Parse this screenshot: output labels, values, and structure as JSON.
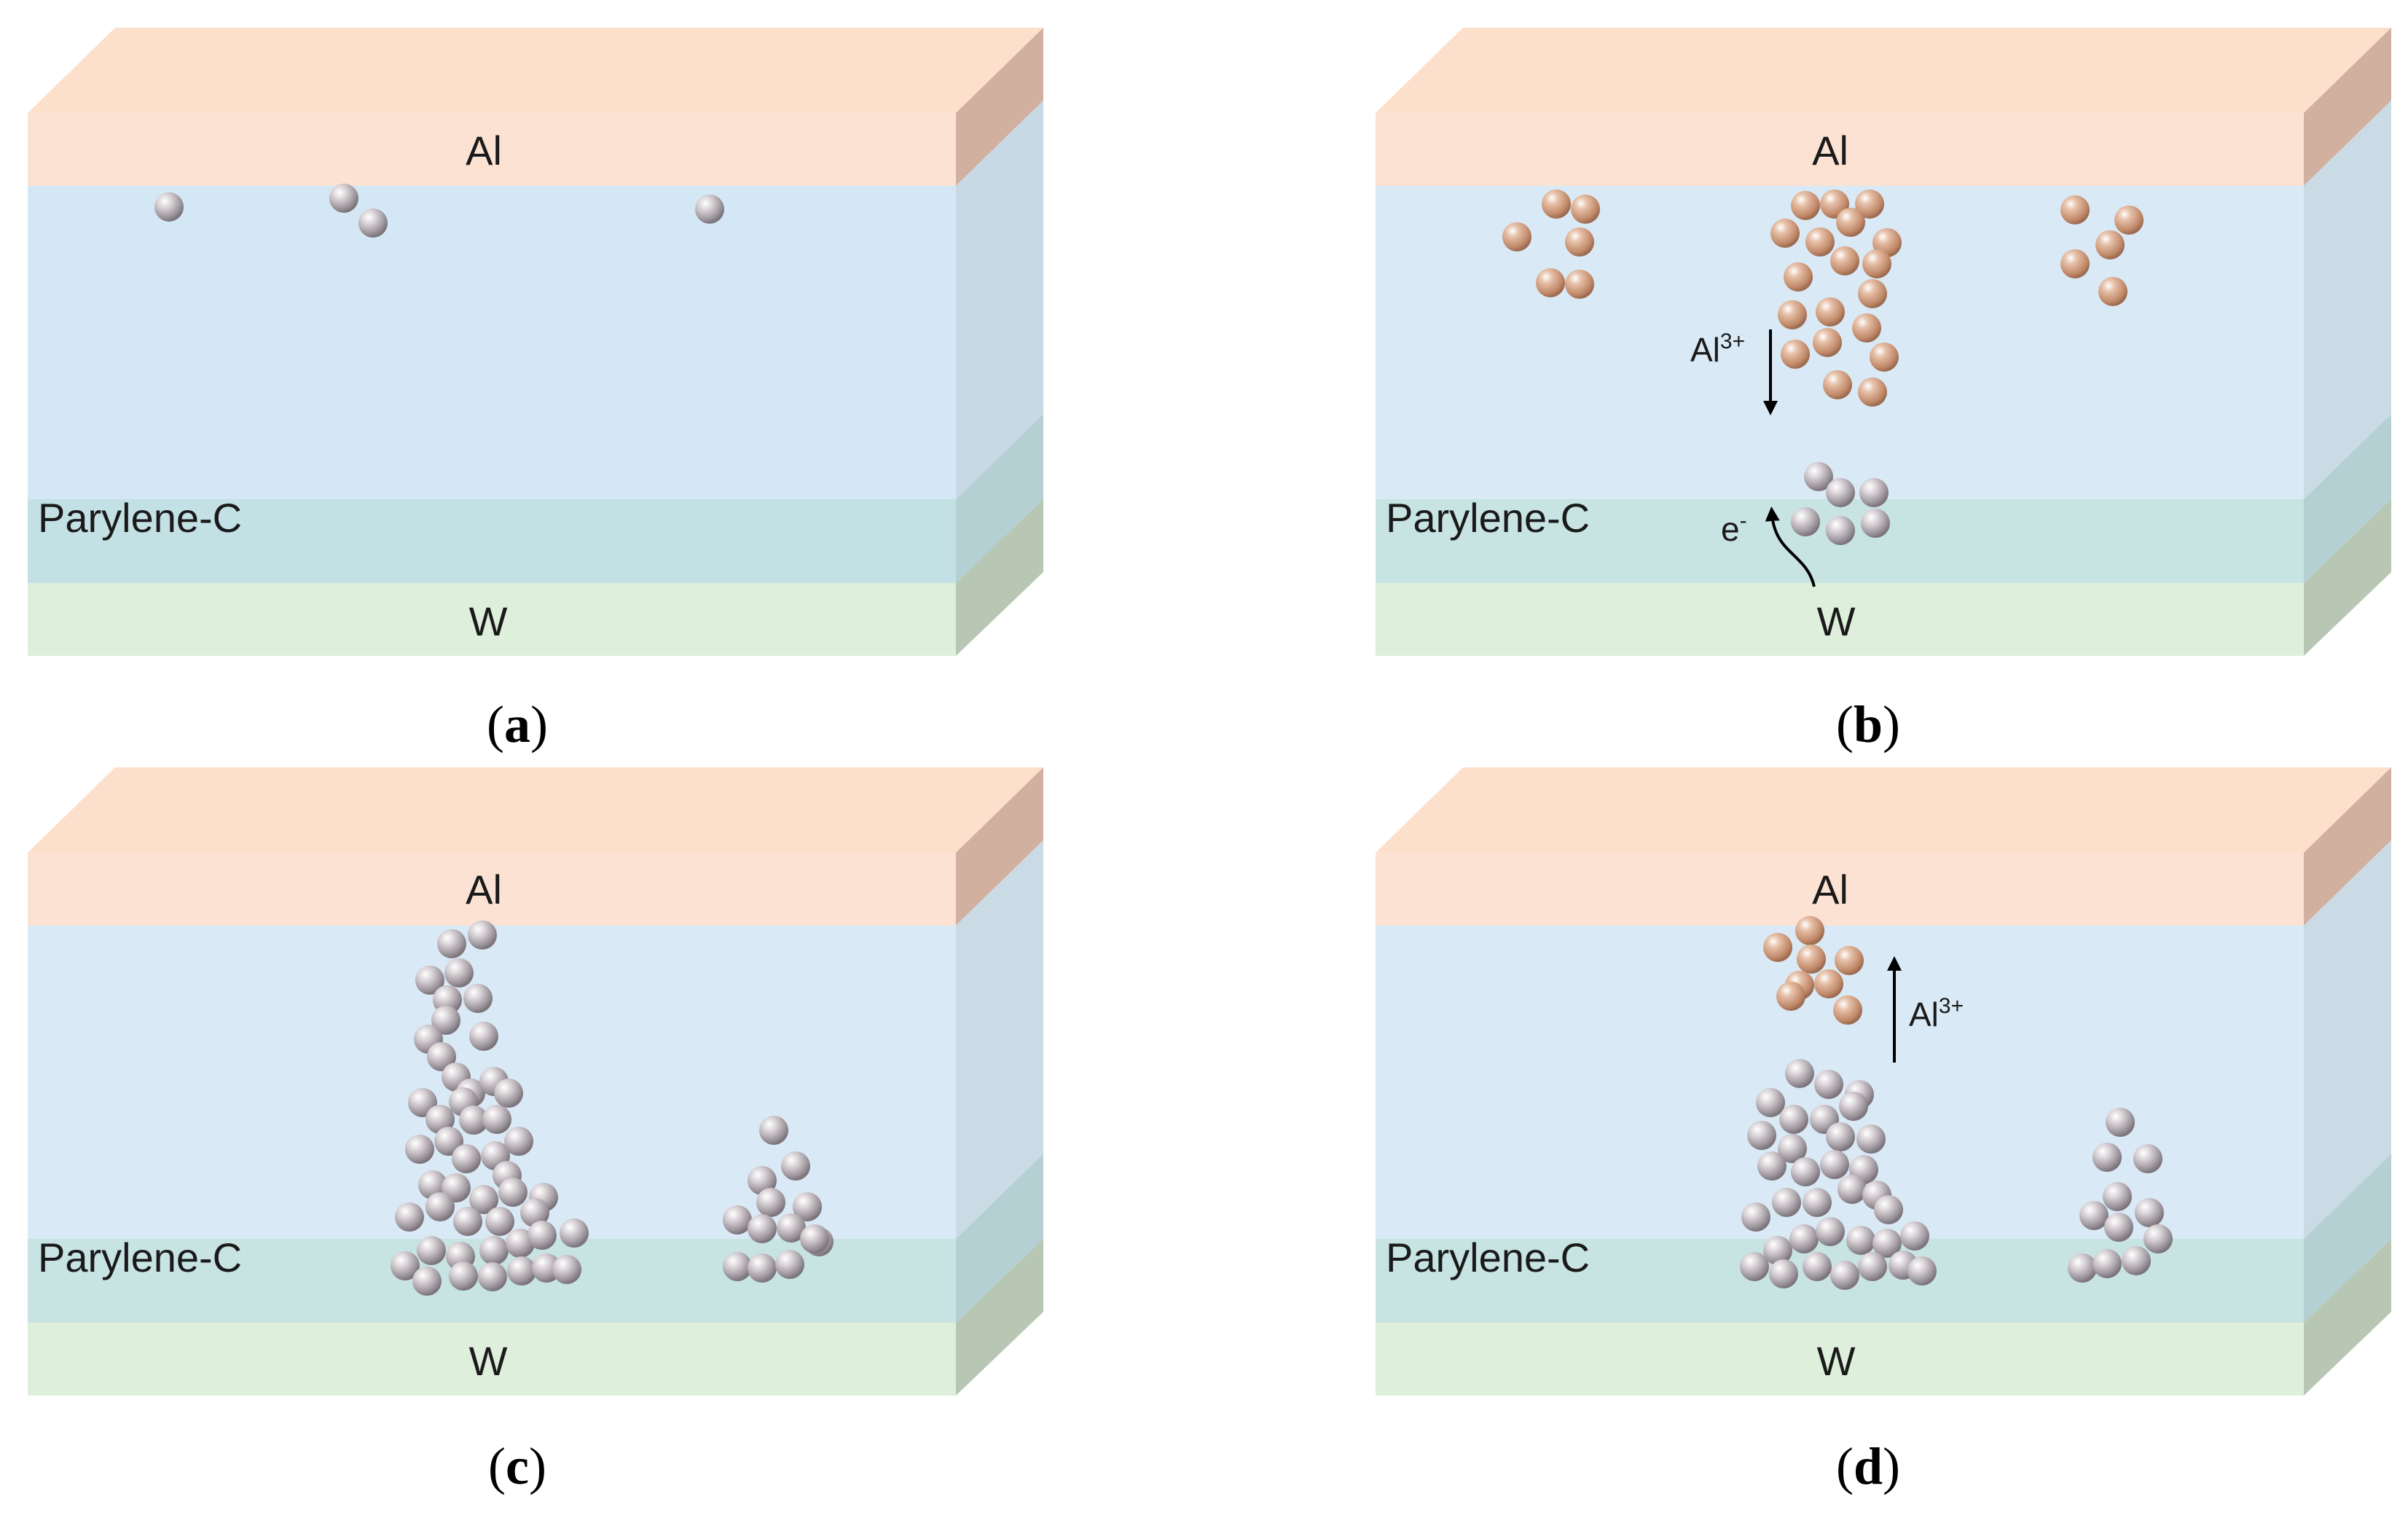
{
  "colors": {
    "al_front": "#fce2d2",
    "al_top": "#fde0cb",
    "al_side": "#d2b0a0",
    "parylene_front": "#d4e7f4",
    "parylene_side": "#c8d9e6",
    "parylene_bottom_front": "#c3e0e4",
    "parylene_bottom_side": "#b5d0d2",
    "w_front": "#deefdc",
    "w_side": "#b7c7b3",
    "sphere_grey": "#b0aab0",
    "sphere_copper": "#cf9d80"
  },
  "layer_labels": {
    "top": "Al",
    "insulator": "Parylene-C",
    "bottom": "W"
  },
  "panels": [
    {
      "id": "a",
      "caption": "a",
      "filament_tint": "grey",
      "particles": [
        [
          232,
          284
        ],
        [
          472,
          272
        ],
        [
          512,
          306
        ],
        [
          974,
          287
        ]
      ],
      "arrows": []
    },
    {
      "id": "b",
      "caption": "b",
      "filament_tint": "copper",
      "particles": [
        [
          2136,
          280
        ],
        [
          2176,
          287
        ],
        [
          2082,
          325
        ],
        [
          2168,
          332
        ],
        [
          2128,
          388
        ],
        [
          2168,
          390
        ],
        [
          2478,
          282
        ],
        [
          2518,
          280
        ],
        [
          2566,
          280
        ],
        [
          2450,
          320
        ],
        [
          2498,
          332
        ],
        [
          2540,
          305
        ],
        [
          2590,
          333
        ],
        [
          2468,
          380
        ],
        [
          2532,
          358
        ],
        [
          2576,
          362
        ],
        [
          2570,
          403
        ],
        [
          2460,
          432
        ],
        [
          2512,
          428
        ],
        [
          2562,
          450
        ],
        [
          2464,
          486
        ],
        [
          2508,
          470
        ],
        [
          2586,
          490
        ],
        [
          2522,
          528
        ],
        [
          2570,
          538
        ],
        [
          2848,
          288
        ],
        [
          2922,
          302
        ],
        [
          2896,
          336
        ],
        [
          2848,
          362
        ],
        [
          2900,
          400
        ],
        [
          2496,
          654
        ],
        [
          2526,
          676
        ],
        [
          2572,
          676
        ],
        [
          2478,
          716
        ],
        [
          2526,
          728
        ],
        [
          2574,
          718
        ]
      ],
      "arrows": [
        {
          "dir": "down",
          "ion": "Al",
          "charge": "3+"
        },
        {
          "dir": "curved",
          "ion": "e",
          "charge": "-"
        }
      ]
    },
    {
      "id": "c",
      "caption": "c",
      "filament_tint": "grey",
      "particles": [
        [
          662,
          1283
        ],
        [
          620,
          1295
        ],
        [
          630,
          1335
        ],
        [
          590,
          1345
        ],
        [
          656,
          1370
        ],
        [
          614,
          1372
        ],
        [
          612,
          1400
        ],
        [
          664,
          1422
        ],
        [
          588,
          1426
        ],
        [
          606,
          1450
        ],
        [
          626,
          1478
        ],
        [
          646,
          1500
        ],
        [
          678,
          1484
        ],
        [
          698,
          1500
        ],
        [
          580,
          1513
        ],
        [
          604,
          1536
        ],
        [
          636,
          1512
        ],
        [
          650,
          1537
        ],
        [
          682,
          1536
        ],
        [
          576,
          1577
        ],
        [
          616,
          1566
        ],
        [
          640,
          1590
        ],
        [
          680,
          1586
        ],
        [
          712,
          1566
        ],
        [
          696,
          1613
        ],
        [
          594,
          1626
        ],
        [
          626,
          1630
        ],
        [
          664,
          1646
        ],
        [
          704,
          1636
        ],
        [
          746,
          1643
        ],
        [
          562,
          1670
        ],
        [
          604,
          1656
        ],
        [
          642,
          1676
        ],
        [
          686,
          1676
        ],
        [
          734,
          1664
        ],
        [
          788,
          1692
        ],
        [
          556,
          1737
        ],
        [
          592,
          1716
        ],
        [
          632,
          1724
        ],
        [
          678,
          1716
        ],
        [
          714,
          1706
        ],
        [
          744,
          1695
        ],
        [
          586,
          1758
        ],
        [
          636,
          1751
        ],
        [
          676,
          1752
        ],
        [
          716,
          1744
        ],
        [
          750,
          1740
        ],
        [
          778,
          1742
        ],
        [
          1062,
          1551
        ],
        [
          1092,
          1600
        ],
        [
          1046,
          1620
        ],
        [
          1058,
          1650
        ],
        [
          1108,
          1656
        ],
        [
          1012,
          1674
        ],
        [
          1046,
          1686
        ],
        [
          1086,
          1685
        ],
        [
          1124,
          1704
        ],
        [
          1012,
          1738
        ],
        [
          1046,
          1740
        ],
        [
          1084,
          1735
        ],
        [
          1118,
          1700
        ]
      ],
      "arrows": []
    },
    {
      "id": "d",
      "caption": "d",
      "filament_tint": "mixed",
      "particles_copper": [
        [
          2440,
          1300
        ],
        [
          2484,
          1277
        ],
        [
          2486,
          1316
        ],
        [
          2538,
          1318
        ],
        [
          2470,
          1352
        ],
        [
          2510,
          1350
        ],
        [
          2458,
          1367
        ],
        [
          2536,
          1386
        ]
      ],
      "particles": [
        [
          2470,
          1473
        ],
        [
          2510,
          1488
        ],
        [
          2552,
          1502
        ],
        [
          2430,
          1513
        ],
        [
          2462,
          1536
        ],
        [
          2504,
          1536
        ],
        [
          2544,
          1518
        ],
        [
          2418,
          1558
        ],
        [
          2460,
          1576
        ],
        [
          2526,
          1560
        ],
        [
          2568,
          1563
        ],
        [
          2432,
          1600
        ],
        [
          2478,
          1608
        ],
        [
          2518,
          1598
        ],
        [
          2558,
          1605
        ],
        [
          2410,
          1670
        ],
        [
          2452,
          1650
        ],
        [
          2494,
          1650
        ],
        [
          2542,
          1632
        ],
        [
          2576,
          1640
        ],
        [
          2592,
          1660
        ],
        [
          2440,
          1716
        ],
        [
          2476,
          1700
        ],
        [
          2512,
          1690
        ],
        [
          2554,
          1702
        ],
        [
          2590,
          1706
        ],
        [
          2628,
          1696
        ],
        [
          2408,
          1738
        ],
        [
          2448,
          1748
        ],
        [
          2494,
          1738
        ],
        [
          2532,
          1750
        ],
        [
          2570,
          1738
        ],
        [
          2612,
          1736
        ],
        [
          2638,
          1744
        ],
        [
          2910,
          1540
        ],
        [
          2892,
          1588
        ],
        [
          2948,
          1590
        ],
        [
          2906,
          1642
        ],
        [
          2950,
          1664
        ],
        [
          2874,
          1668
        ],
        [
          2908,
          1684
        ],
        [
          2962,
          1700
        ],
        [
          2858,
          1740
        ],
        [
          2892,
          1734
        ],
        [
          2932,
          1730
        ]
      ],
      "arrows": [
        {
          "dir": "up",
          "ion": "Al",
          "charge": "3+"
        }
      ]
    }
  ]
}
